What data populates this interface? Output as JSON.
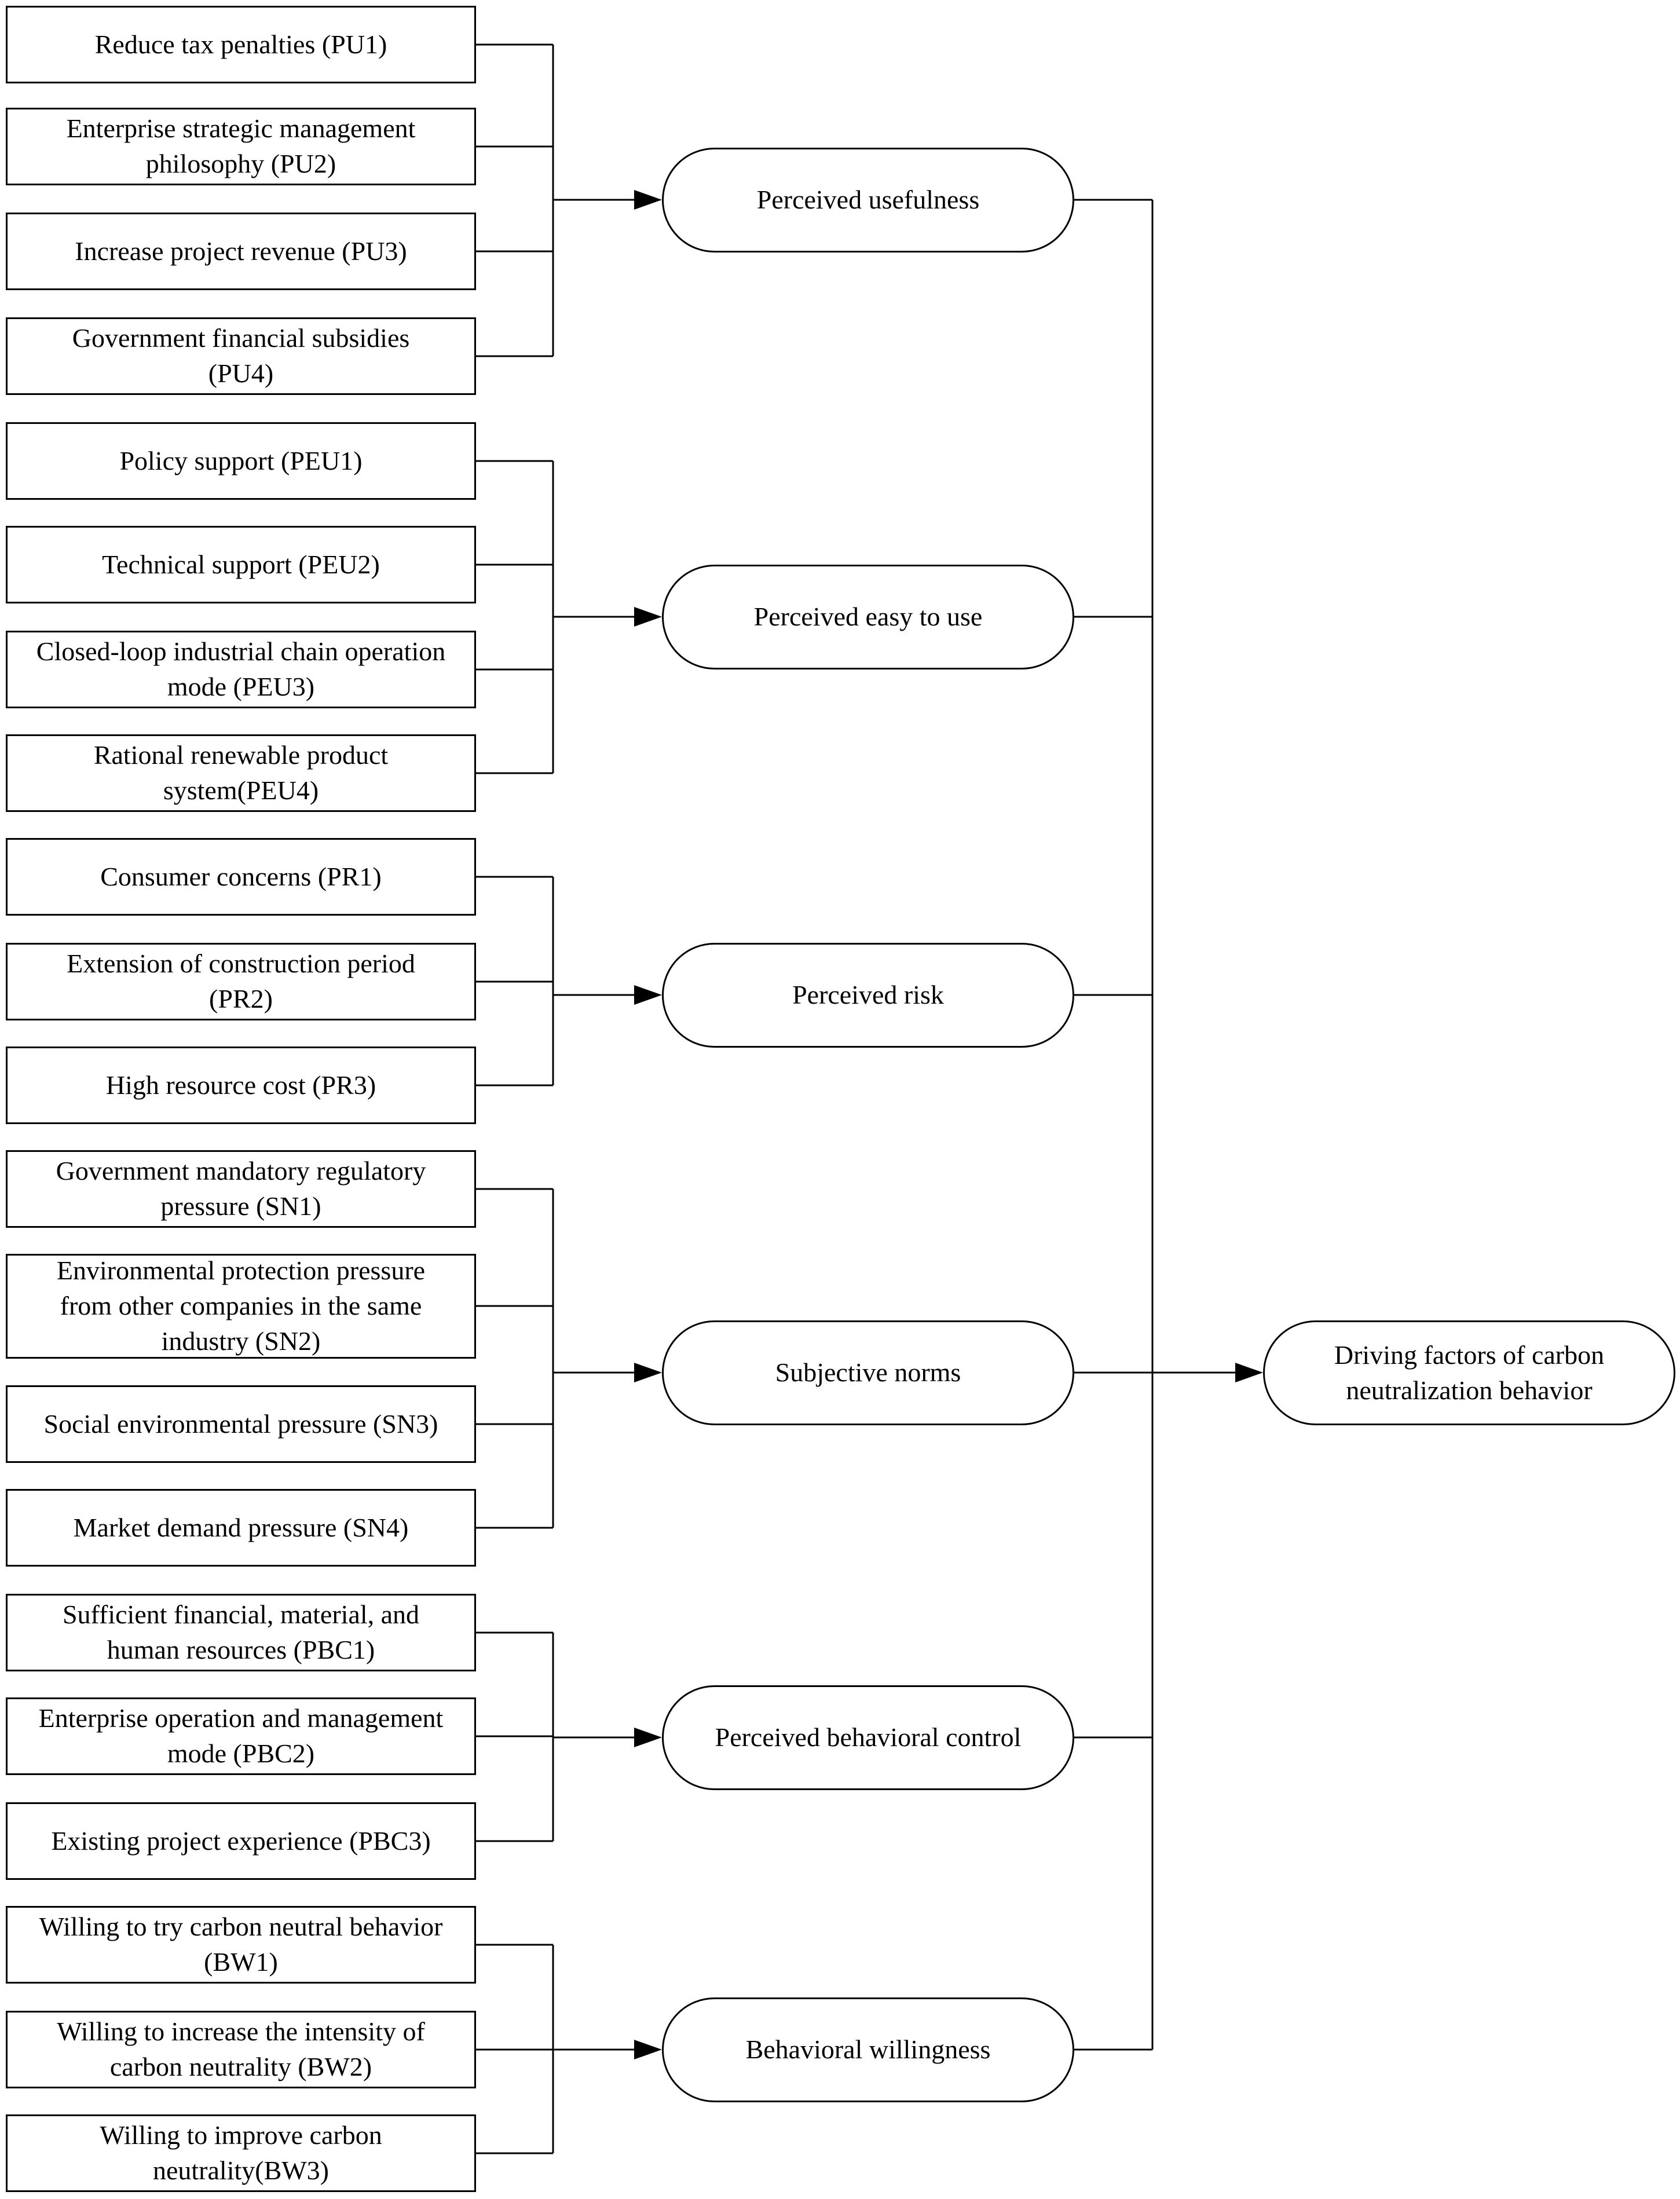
{
  "diagram": {
    "target": {
      "label": "Driving factors  of carbon\nneutralization behavior"
    },
    "groups": [
      {
        "construct": "Perceived usefulness",
        "factors": [
          "Reduce tax penalties  (PU1)",
          "Enterprise strategic management\nphilosophy  (PU2)",
          "Increase project revenue  (PU3)",
          "Government financial subsidies\n(PU4)"
        ]
      },
      {
        "construct": "Perceived easy to use",
        "factors": [
          "Policy support  (PEU1)",
          "Technical support  (PEU2)",
          "Closed-loop industrial chain operation\nmode  (PEU3)",
          "Rational renewable product\nsystem(PEU4)"
        ]
      },
      {
        "construct": "Perceived risk",
        "factors": [
          "Consumer concerns  (PR1)",
          "Extension of construction period\n(PR2)",
          "High resource cost  (PR3)"
        ]
      },
      {
        "construct": "Subjective norms",
        "factors": [
          "Government mandatory regulatory\npressure  (SN1)",
          "Environmental protection pressure\nfrom other companies in the same\nindustry  (SN2)",
          "Social environmental pressure  (SN3)",
          "Market demand pressure  (SN4)"
        ]
      },
      {
        "construct": "Perceived behavioral control",
        "factors": [
          "Sufficient financial, material, and\nhuman resources  (PBC1)",
          "Enterprise operation and management\nmode  (PBC2)",
          "Existing project experience  (PBC3)"
        ]
      },
      {
        "construct": "Behavioral willingness",
        "factors": [
          "Willing to try carbon neutral behavior\n(BW1)",
          "Willing to increase the intensity of\ncarbon neutrality  (BW2)",
          "Willing to improve carbon\nneutrality(BW3)"
        ]
      }
    ]
  }
}
